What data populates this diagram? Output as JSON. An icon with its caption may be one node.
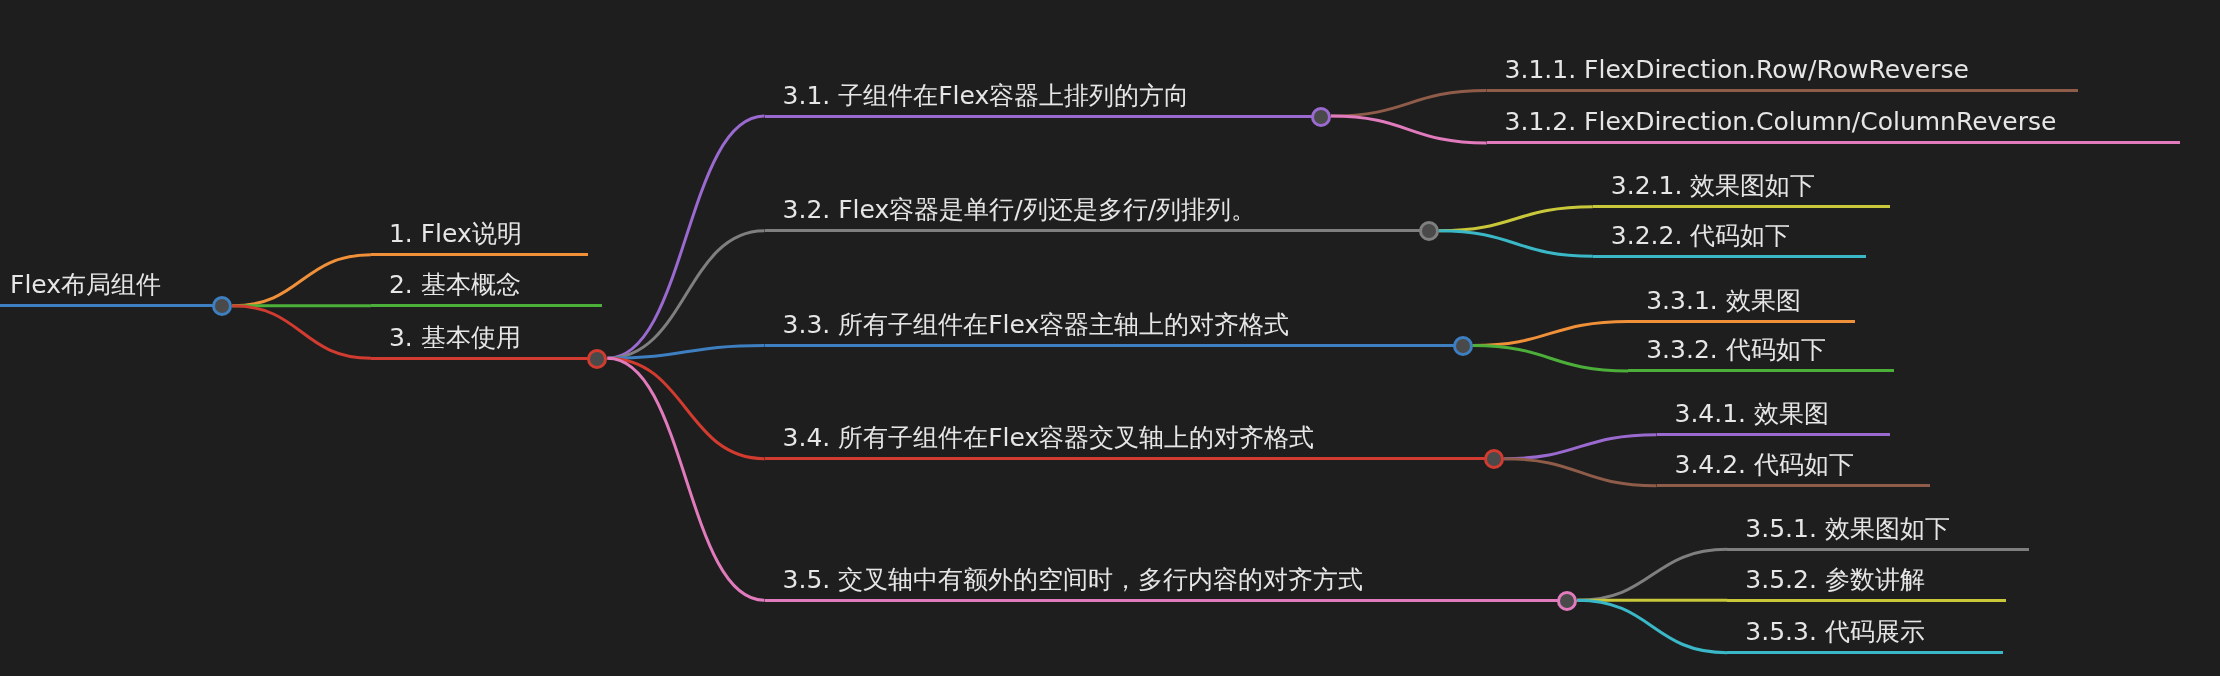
{
  "diagram": {
    "nodes": [
      {
        "text": [
          "Flex布局组件"
        ]
      },
      {
        "text": [
          "1. Flex说明"
        ]
      },
      {
        "text": [
          "2. 基本概念"
        ]
      },
      {
        "text": [
          "3. 基本使用"
        ]
      },
      {
        "text": [
          "3.1. 子组件在Flex容器上排列的方向"
        ]
      },
      {
        "text": [
          "3.1.1. FlexDirection.Row/RowReverse"
        ]
      },
      {
        "text": [
          "3.1.2. FlexDirection.Column/ColumnReverse"
        ]
      },
      {
        "text": [
          "3.2. Flex容器是单行/列还是多行/列排列。"
        ]
      },
      {
        "text": [
          "3.2.1. 效果图如下"
        ]
      },
      {
        "text": [
          "3.2.2. 代码如下"
        ]
      },
      {
        "text": [
          "3.3. 所有子组件在Flex容器主轴上的对齐格式"
        ]
      },
      {
        "text": [
          "3.3.1. 效果图"
        ]
      },
      {
        "text": [
          "3.3.2. 代码如下"
        ]
      },
      {
        "text": [
          "3.4. 所有子组件在Flex容器交叉轴上的对齐格式"
        ]
      },
      {
        "text": [
          "3.4.1. 效果图"
        ]
      },
      {
        "text": [
          "3.4.2. 代码如下"
        ]
      },
      {
        "text": [
          "3.5. 交叉轴中有额外的空间时，多行内容的对齐方式"
        ]
      },
      {
        "text": [
          "3.5.1. 效果图如下"
        ]
      },
      {
        "text": [
          "3.5.2. 参数讲解"
        ]
      },
      {
        "text": [
          "3.5.3. 代码展示"
        ]
      }
    ],
    "edges": [
      {
        "from": 0,
        "to": 1,
        "arrow": "none",
        "color": "#f0913a"
      },
      {
        "from": 0,
        "to": 2,
        "arrow": "none",
        "color": "#4caf3a"
      },
      {
        "from": 0,
        "to": 3,
        "arrow": "none",
        "color": "#d23c30"
      },
      {
        "from": 3,
        "to": 4,
        "arrow": "none",
        "color": "#9b6ad0"
      },
      {
        "from": 4,
        "to": 5,
        "arrow": "none",
        "color": "#8f5c4a"
      },
      {
        "from": 4,
        "to": 6,
        "arrow": "none",
        "color": "#e27bbd"
      },
      {
        "from": 3,
        "to": 7,
        "arrow": "none",
        "color": "#7f7f7f"
      },
      {
        "from": 7,
        "to": 8,
        "arrow": "none",
        "color": "#c8c83a"
      },
      {
        "from": 7,
        "to": 9,
        "arrow": "none",
        "color": "#3ab8c8"
      },
      {
        "from": 3,
        "to": 10,
        "arrow": "none",
        "color": "#3d7fc1"
      },
      {
        "from": 10,
        "to": 11,
        "arrow": "none",
        "color": "#f0913a"
      },
      {
        "from": 10,
        "to": 12,
        "arrow": "none",
        "color": "#4caf3a"
      },
      {
        "from": 3,
        "to": 13,
        "arrow": "none",
        "color": "#d23c30"
      },
      {
        "from": 13,
        "to": 14,
        "arrow": "none",
        "color": "#9b6ad0"
      },
      {
        "from": 13,
        "to": 15,
        "arrow": "none",
        "color": "#8f5c4a"
      },
      {
        "from": 3,
        "to": 16,
        "arrow": "none",
        "color": "#e27bbd"
      },
      {
        "from": 16,
        "to": 17,
        "arrow": "none",
        "color": "#7f7f7f"
      },
      {
        "from": 16,
        "to": 18,
        "arrow": "none",
        "color": "#c8c83a"
      },
      {
        "from": 16,
        "to": 19,
        "arrow": "none",
        "color": "#3ab8c8"
      }
    ]
  }
}
